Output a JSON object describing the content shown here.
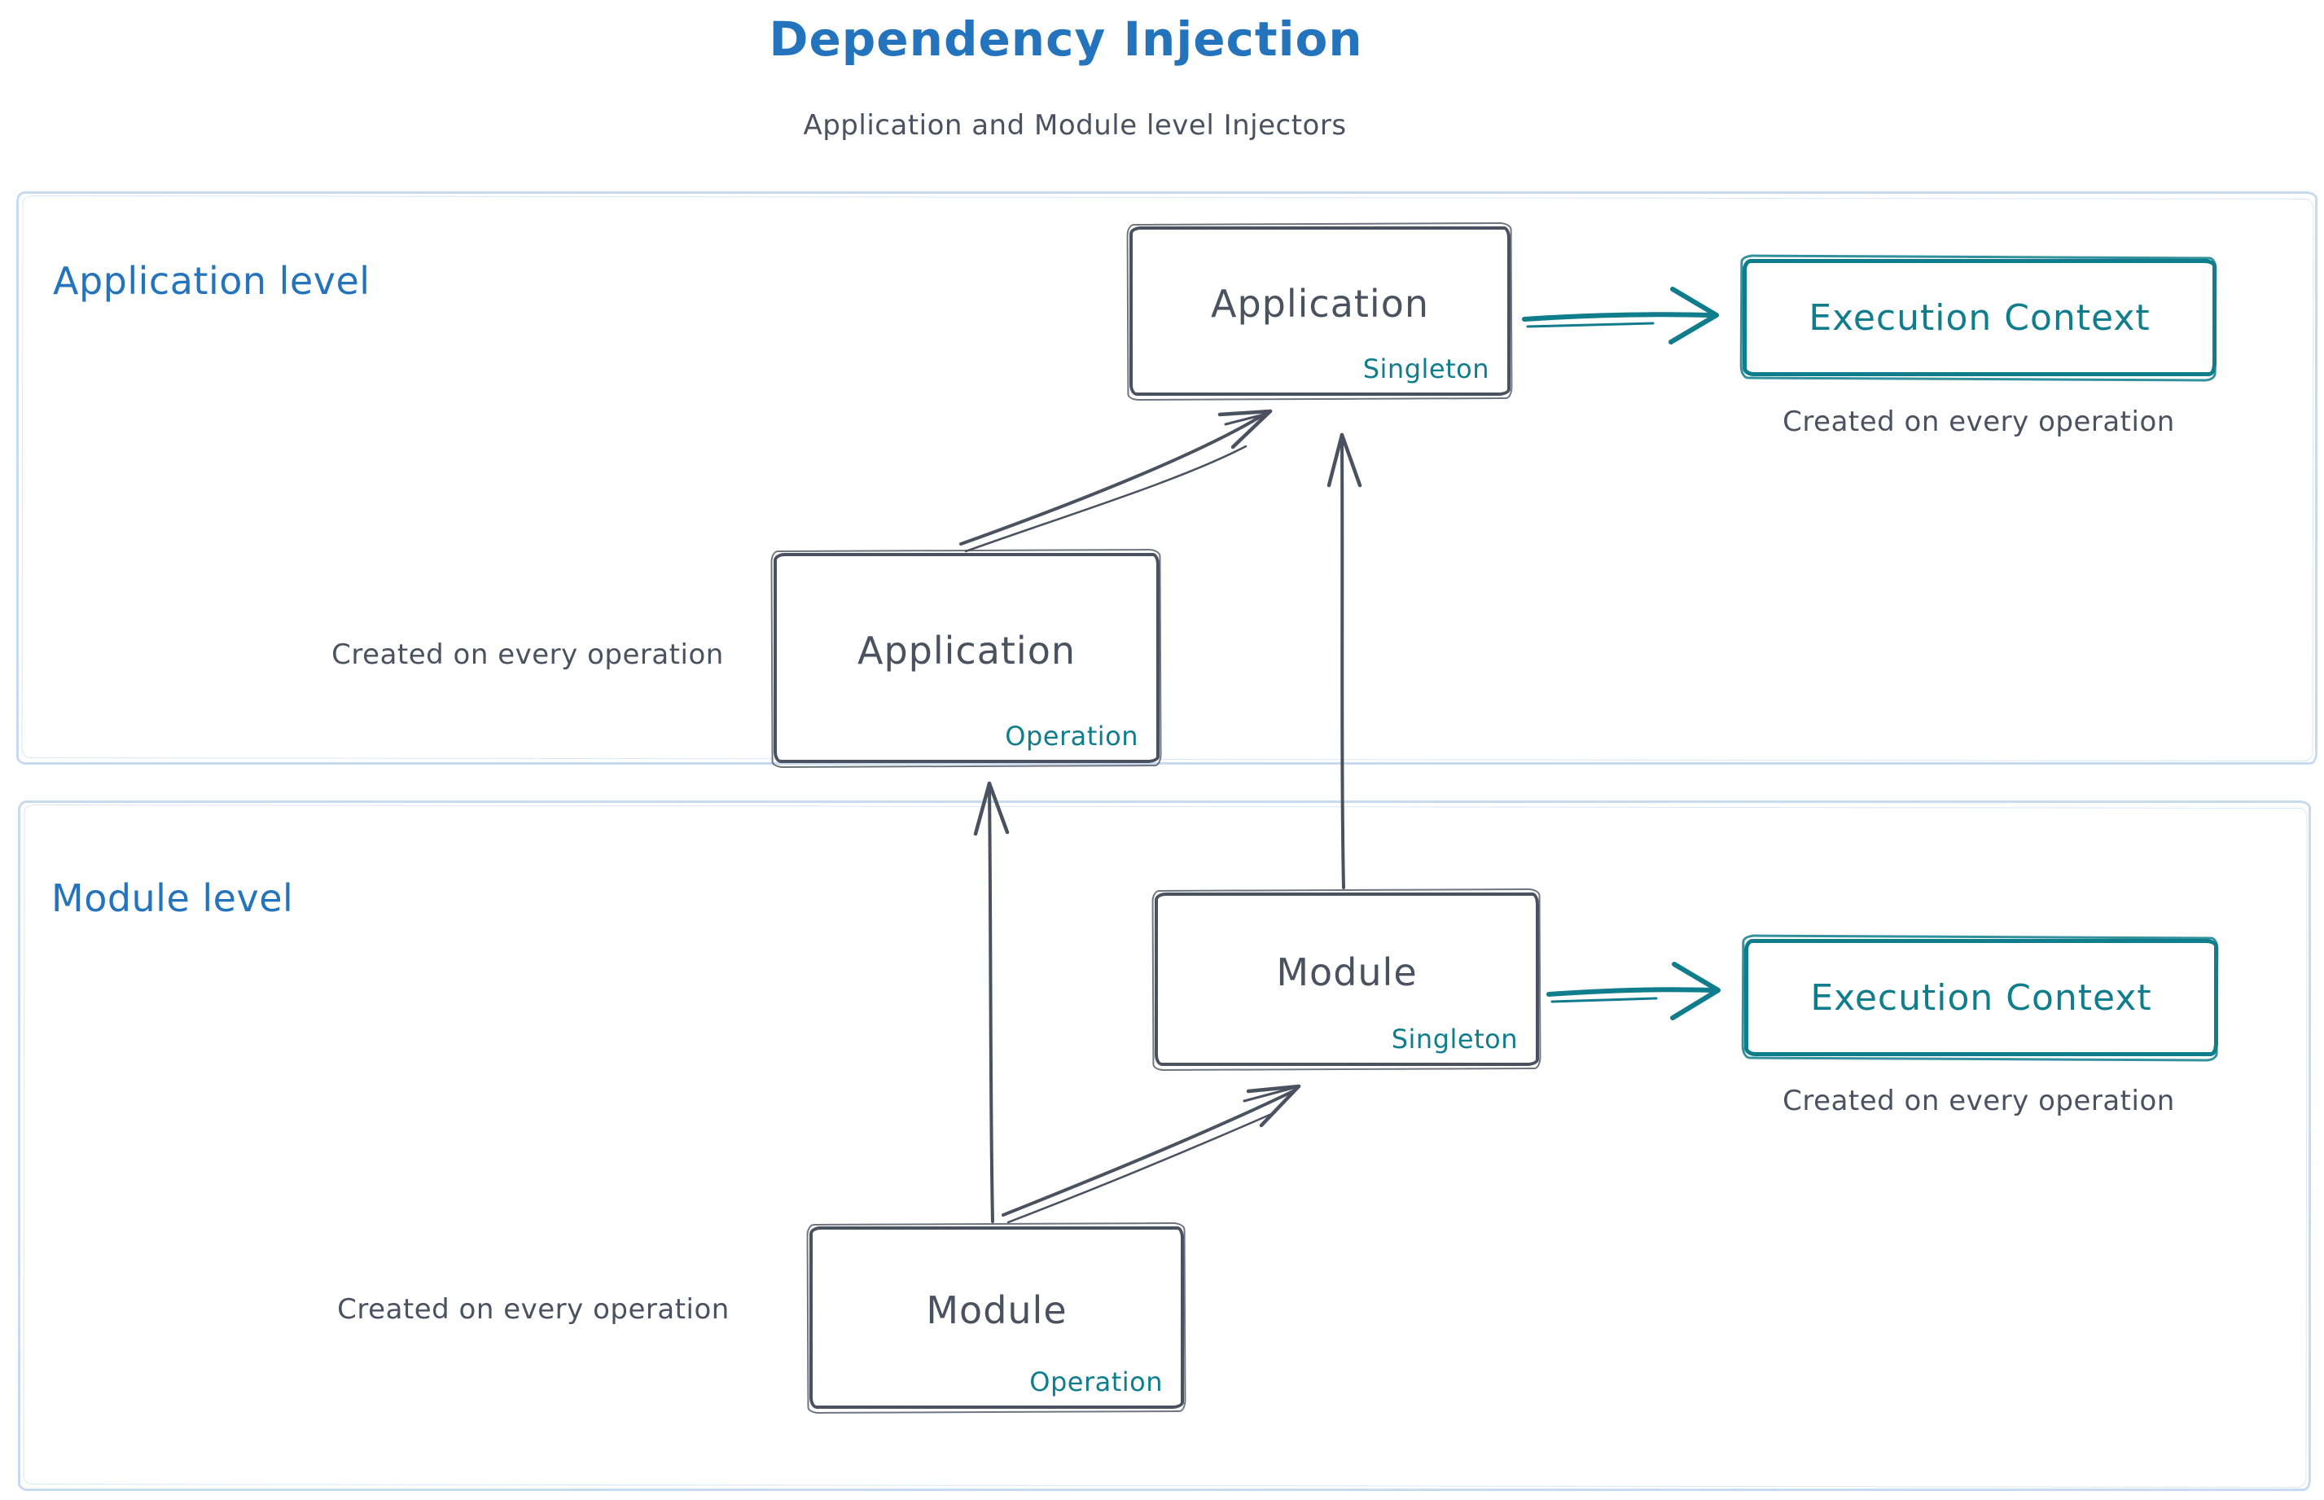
{
  "title": "Dependency Injection",
  "subtitle": "Application and Module level Injectors",
  "colors": {
    "accent_blue": "#2373bd",
    "accent_teal": "#0f7d8c",
    "ink_dark": "#4a5260",
    "section_border": "#c7daef"
  },
  "sections": {
    "application": {
      "label": "Application level"
    },
    "module": {
      "label": "Module level"
    }
  },
  "nodes": {
    "app_singleton": {
      "title": "Application",
      "badge": "Singleton"
    },
    "app_operation": {
      "title": "Application",
      "badge": "Operation"
    },
    "module_singleton": {
      "title": "Module",
      "badge": "Singleton"
    },
    "module_operation": {
      "title": "Module",
      "badge": "Operation"
    },
    "execution_context_app": {
      "title": "Execution Context"
    },
    "execution_context_module": {
      "title": "Execution Context"
    }
  },
  "captions": {
    "execution_context_app": "Created on every operation",
    "app_operation": "Created on every operation",
    "execution_context_module": "Created on every operation",
    "module_operation": "Created on every operation"
  },
  "edges": [
    {
      "from": "app_singleton",
      "to": "execution_context_app",
      "style": "teal"
    },
    {
      "from": "app_operation",
      "to": "app_singleton",
      "style": "dark"
    },
    {
      "from": "module_singleton",
      "to": "app_singleton",
      "style": "dark"
    },
    {
      "from": "module_singleton",
      "to": "execution_context_module",
      "style": "teal"
    },
    {
      "from": "module_operation",
      "to": "module_singleton",
      "style": "dark"
    },
    {
      "from": "module_operation",
      "to": "app_operation",
      "style": "dark"
    }
  ]
}
